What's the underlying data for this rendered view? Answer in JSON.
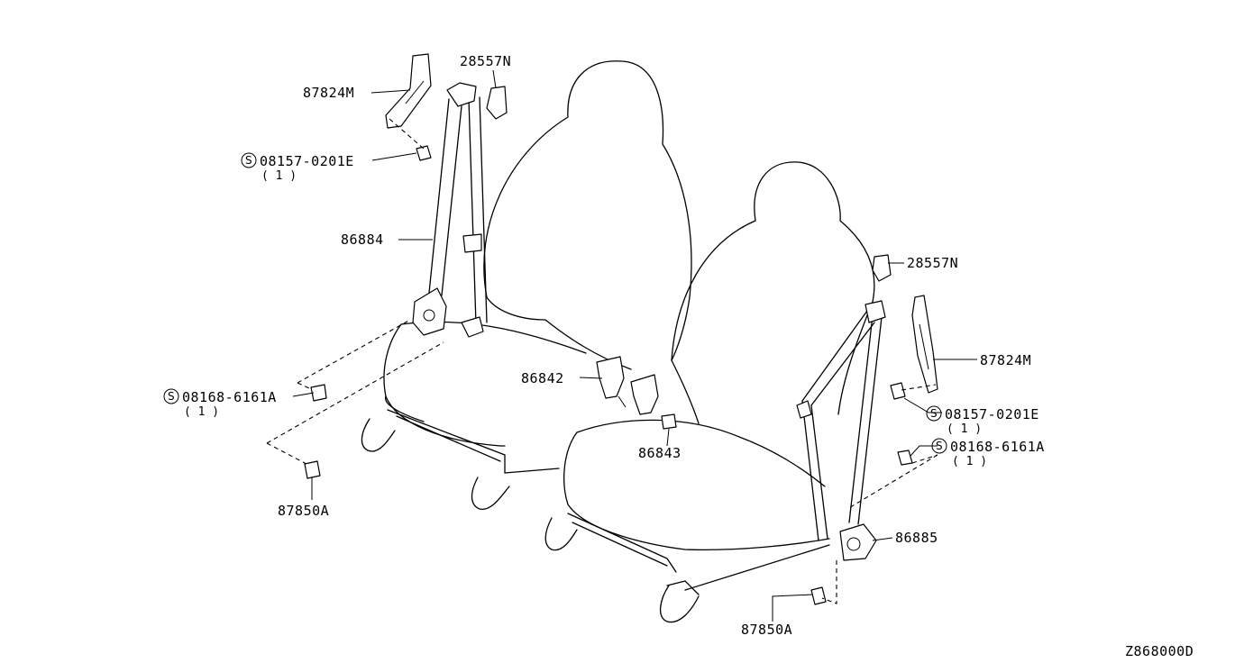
{
  "diagram_id": "Z868000D",
  "labels": {
    "l_28557N": "28557N",
    "l_87824M": "87824M",
    "l_08157": "08157-0201E",
    "l_08157_qty": "( 1 )",
    "l_86884": "86884",
    "l_08168": "08168-6161A",
    "l_08168_qty": "( 1 )",
    "l_87850A": "87850A",
    "l_86842": "86842",
    "l_86843": "86843",
    "r_28557N": "28557N",
    "r_87824M": "87824M",
    "r_08157": "08157-0201E",
    "r_08157_qty": "( 1 )",
    "r_08168": "08168-6161A",
    "r_08168_qty": "( 1 )",
    "r_86885": "86885",
    "r_87850A": "87850A"
  },
  "standard_part_marker": "S"
}
